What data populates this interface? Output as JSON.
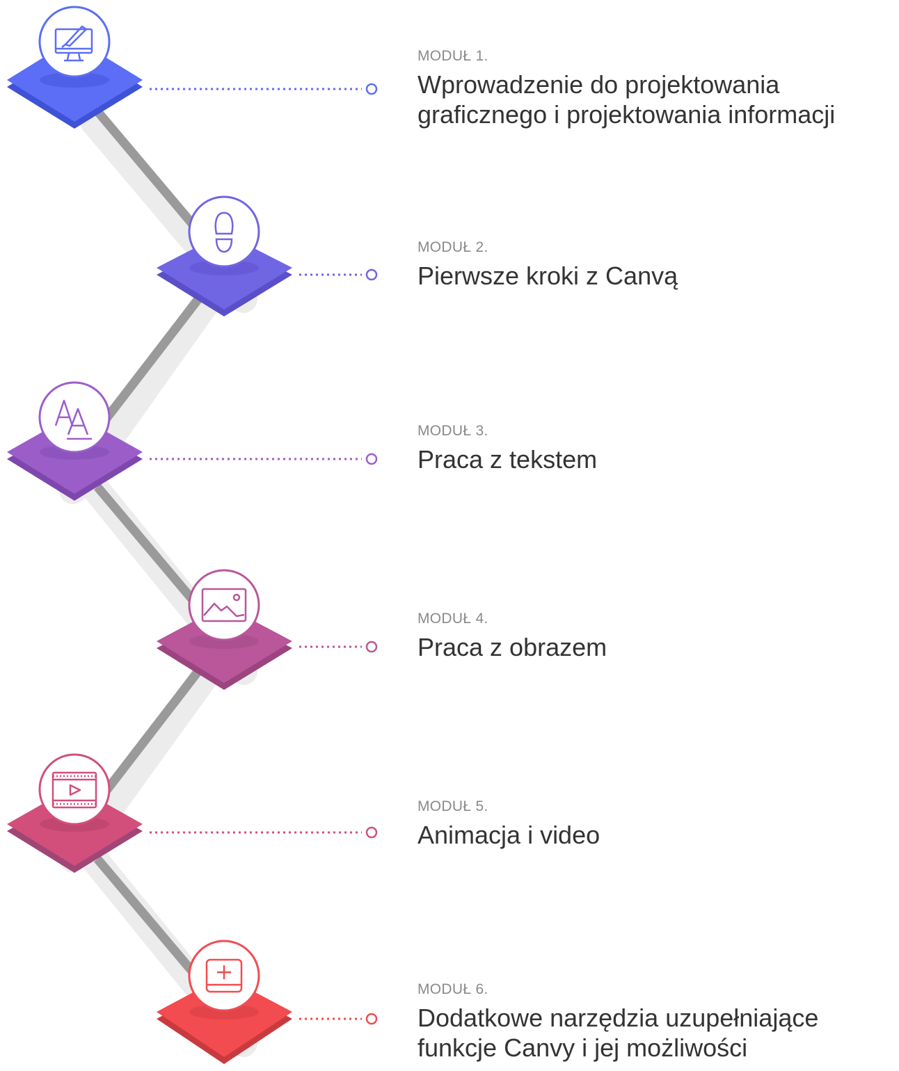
{
  "modules": [
    {
      "label": "MODUŁ 1.",
      "title": "Wprowadzenie do projektowania graficznego i projektowania informacji",
      "icon": "monitor-brush-icon",
      "color": "#5b6ef5"
    },
    {
      "label": "MODUŁ 2.",
      "title": "Pierwsze kroki z Canvą",
      "icon": "footprint-icon",
      "color": "#7065e3"
    },
    {
      "label": "MODUŁ 3.",
      "title": "Praca z tekstem",
      "icon": "font-icon",
      "color": "#9b5ec9"
    },
    {
      "label": "MODUŁ 4.",
      "title": "Praca z obrazem",
      "icon": "image-icon",
      "color": "#b9579a"
    },
    {
      "label": "MODUŁ 5.",
      "title": "Animacja i video",
      "icon": "film-play-icon",
      "color": "#d24f7b"
    },
    {
      "label": "MODUŁ 6.",
      "title": "Dodatkowe narzędzia uzupełniające funkcje Canvy i jej możliwości",
      "icon": "add-box-icon",
      "color": "#f24b50"
    }
  ]
}
